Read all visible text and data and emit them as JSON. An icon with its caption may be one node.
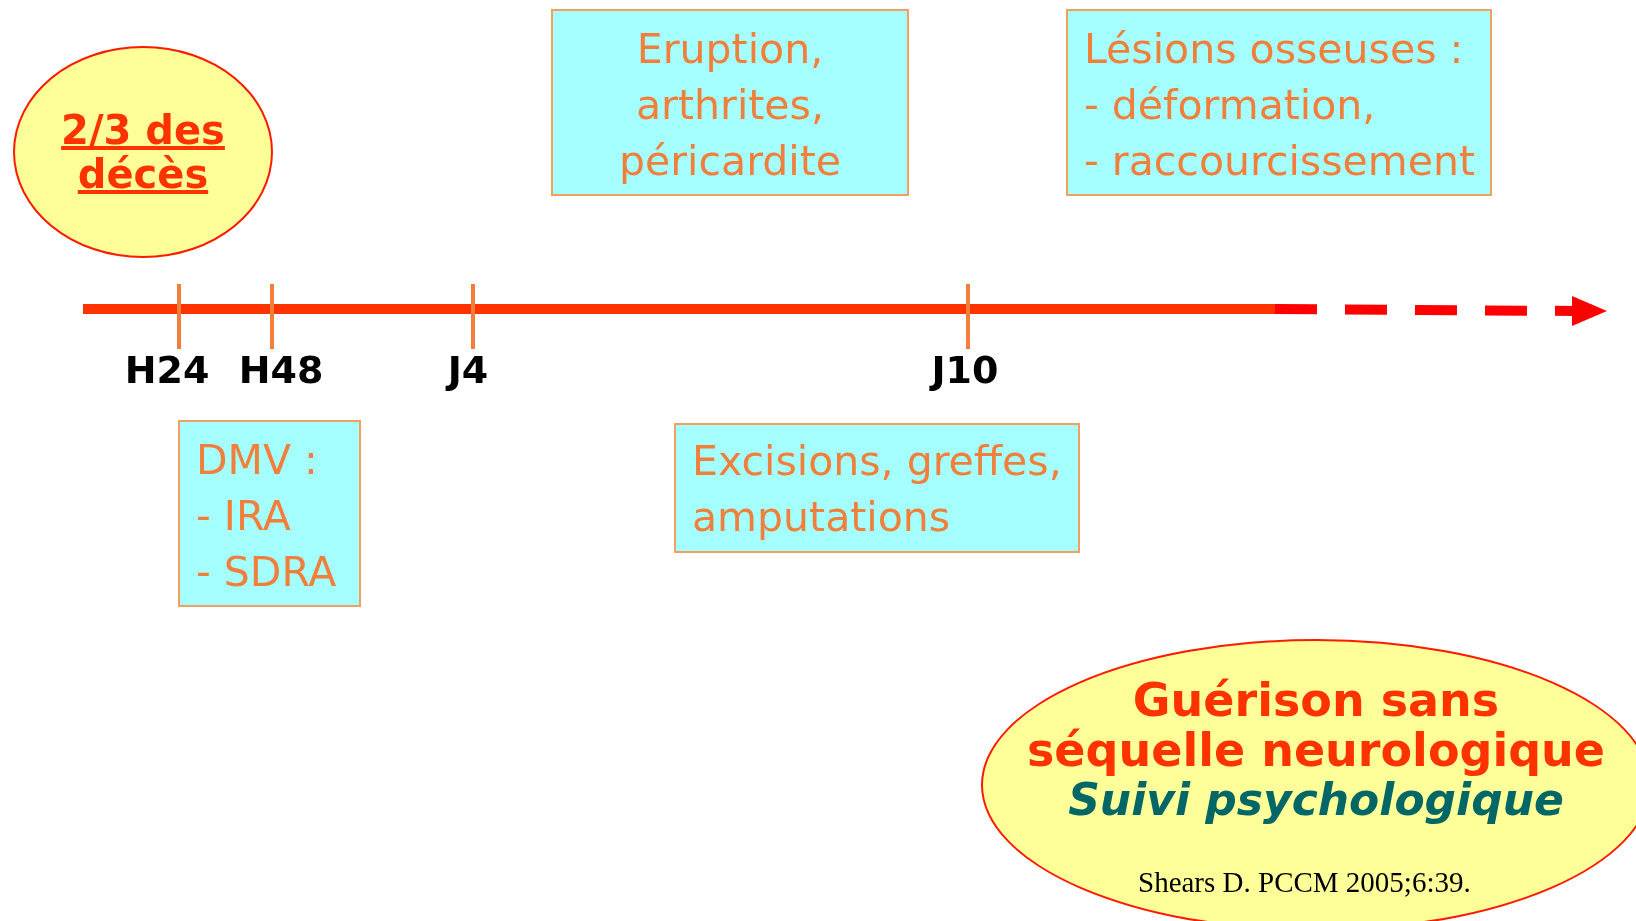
{
  "diagram": {
    "nodes": [
      {
        "text": [
          "2/3 des décès"
        ]
      },
      {
        "text": [
          "Eruption, arthrites, péricardite"
        ]
      },
      {
        "text": [
          "Lésions osseuses :",
          "- déformation,",
          "- raccourcissement"
        ]
      },
      {
        "text": [
          "DMV :",
          "- IRA",
          "- SDRA"
        ]
      },
      {
        "text": [
          "Excisions, greffes, amputations"
        ]
      },
      {
        "text": [
          "Guérison sans séquelle neurologique",
          "Suivi psychologique"
        ]
      }
    ],
    "labels": [
      "H24",
      "H48",
      "J4",
      "J10",
      "Shears D. PCCM 2005;6:39."
    ]
  }
}
